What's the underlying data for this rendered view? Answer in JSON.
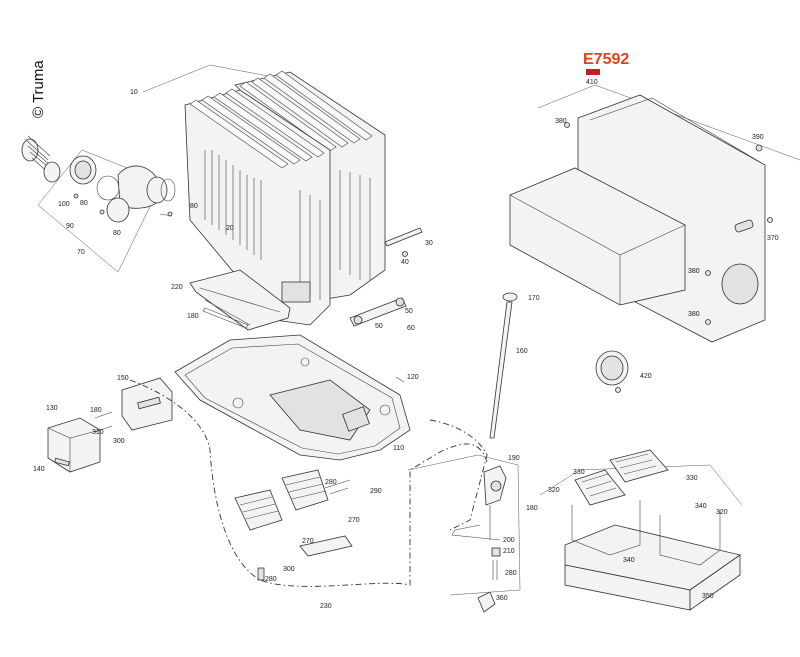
{
  "header": {
    "code": "E7592",
    "code_color": "#e0401a",
    "badge_color": "#c42020",
    "copyright": "© Truma"
  },
  "callouts": {
    "c10": "10",
    "c20": "20",
    "c30": "30",
    "c40": "40",
    "c50": "50",
    "c60": "60",
    "c70": "70",
    "c80": "80",
    "c90": "90",
    "c100": "100",
    "c110": "110",
    "c120": "120",
    "c130": "130",
    "c140": "140",
    "c150": "150",
    "c160": "160",
    "c170": "170",
    "c180": "180",
    "c190": "190",
    "c200": "200",
    "c210": "210",
    "c220": "220",
    "c230": "230",
    "c270": "270",
    "c280": "280",
    "c290": "290",
    "c300": "300",
    "c310": "310",
    "c320": "320",
    "c330": "330",
    "c340": "340",
    "c350": "350",
    "c360": "360",
    "c370": "370",
    "c380": "380",
    "c390": "390",
    "c410": "410",
    "c420": "420"
  }
}
